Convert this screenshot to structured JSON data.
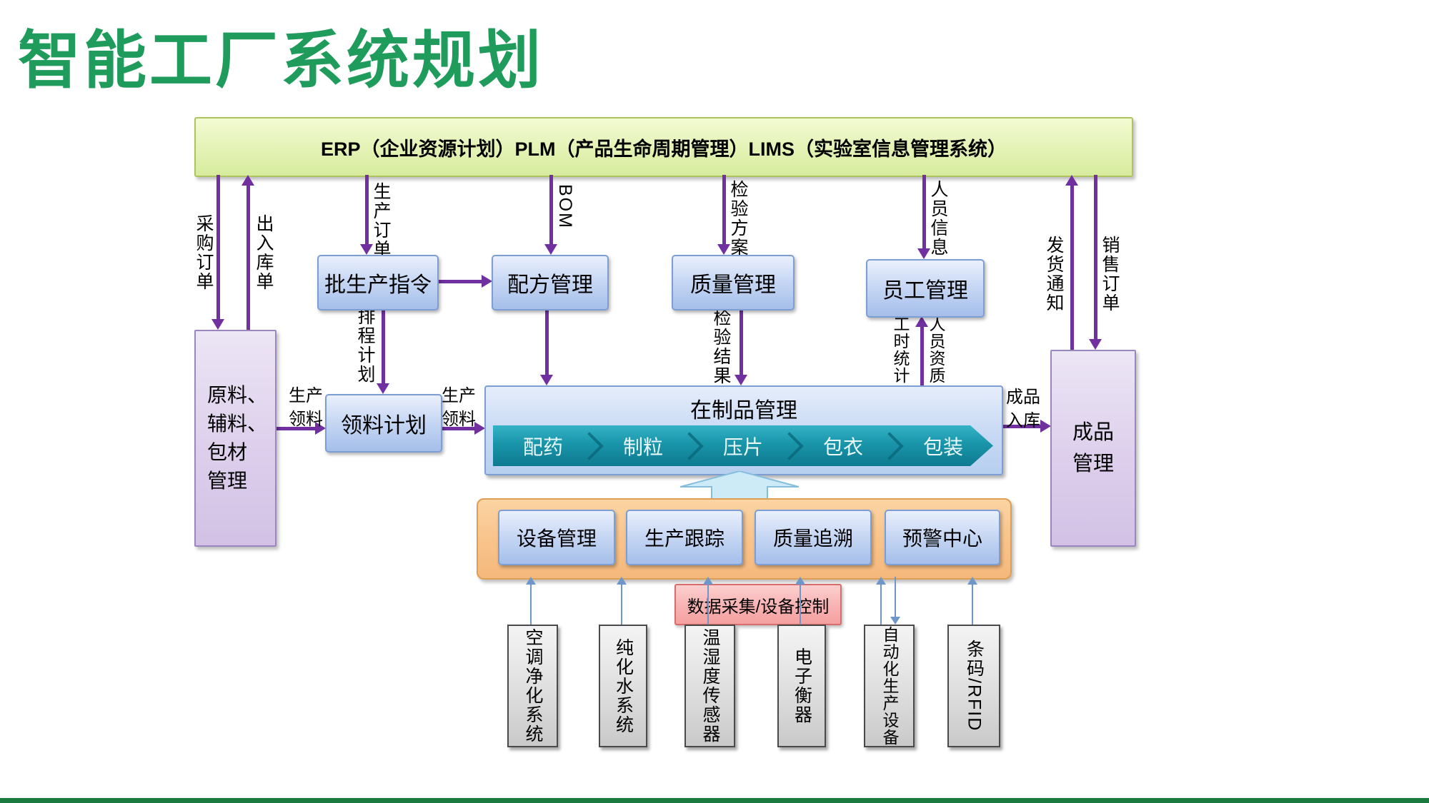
{
  "title": "智能工厂系统规划",
  "erp_bar": {
    "label": "ERP（企业资源计划）PLM（产品生命周期管理）LIMS（实验室信息管理系统）"
  },
  "flows": {
    "purchase_order": "采购订单",
    "in_out_stock": "出入库单",
    "production_order": "生产订单",
    "bom": "BOM",
    "inspection_plan": "检验方案",
    "personnel_info": "人员信息",
    "shipping_notice": "发货通知",
    "sales_order": "销售订单",
    "scheduling_plan": "排程计划",
    "inspection_result": "检验结果",
    "work_hour_stats": "工时统计",
    "personnel_qualification": "人员资质",
    "production_picking_left": "生产领料",
    "production_picking_right": "生产领料",
    "finished_goods_in": "成品入库"
  },
  "nodes": {
    "batch_production_order": "批生产指令",
    "recipe_management": "配方管理",
    "quality_management": "质量管理",
    "employee_management": "员工管理",
    "picking_plan": "领料计划",
    "material_management_lines": [
      "原料、",
      "辅料、",
      "包材",
      "管理"
    ],
    "finished_goods_lines": [
      "成品",
      "管理"
    ]
  },
  "wip": {
    "title": "在制品管理",
    "steps": [
      "配药",
      "制粒",
      "压片",
      "包衣",
      "包装"
    ]
  },
  "mes_buttons": [
    "设备管理",
    "生产跟踪",
    "质量追溯",
    "预警中心"
  ],
  "daq_label": "数据采集/设备控制",
  "devices": [
    "空调净化系统",
    "纯化水系统",
    "温湿度传感器",
    "电子衡器",
    "自动化生产设备",
    "条码/RFID"
  ],
  "colors": {
    "title_green": "#1f9b5c",
    "erp_bar_fill": "#e3f2b4",
    "blue_box_fill": "#c8d8f4",
    "purple_box_fill": "#ddcfec",
    "teal_chevron": "#1995aa",
    "orange_panel": "#f8c48c",
    "pink_box": "#f8b2b2",
    "gray_device": "#dedede",
    "purple_arrow": "#7030a0",
    "blue_arrow": "#6f96c8",
    "bottom_bar_green": "#1b7a40"
  }
}
